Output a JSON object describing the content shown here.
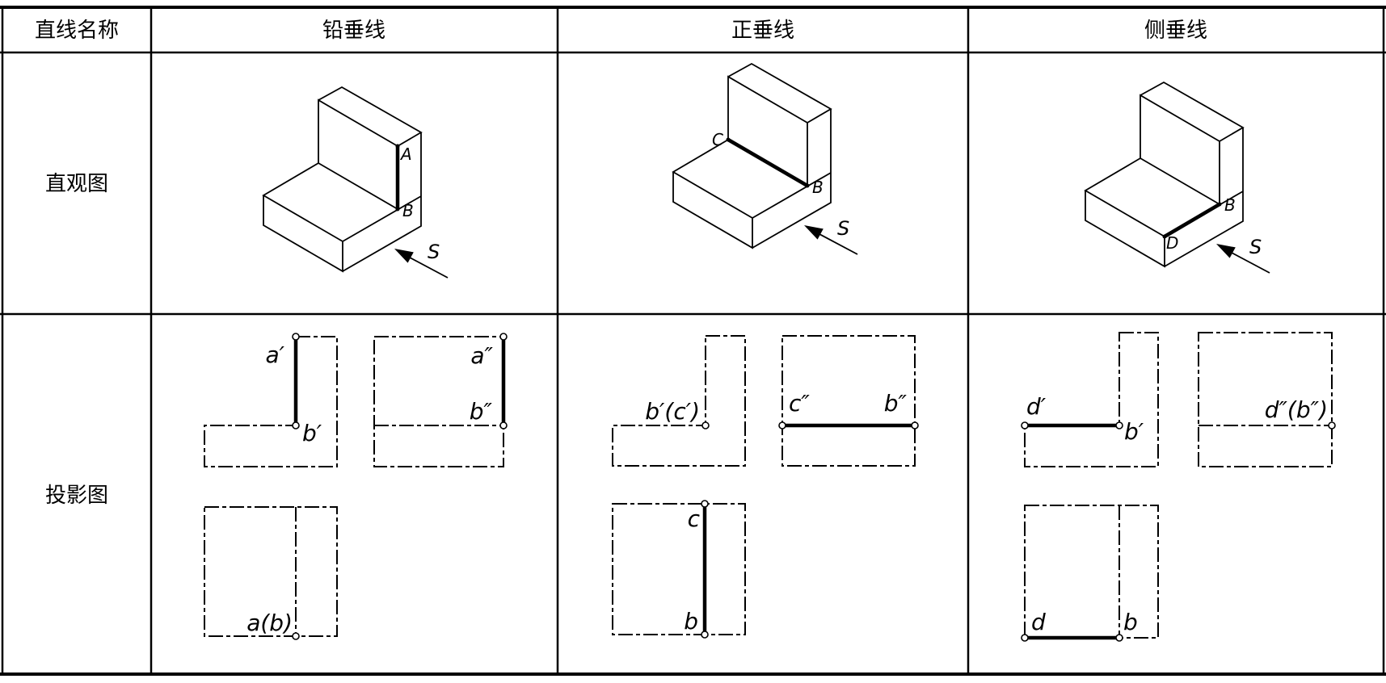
{
  "table": {
    "corner_header": "直线名称",
    "column_headers": [
      "铅垂线",
      "正垂线",
      "侧垂线"
    ],
    "row_headers": [
      "直观图",
      "投影图"
    ]
  },
  "pictorials": {
    "lead": {
      "end1": "A",
      "end2": "B",
      "arrow": "S"
    },
    "front": {
      "end1": "C",
      "end2": "B",
      "arrow": "S"
    },
    "profile": {
      "end1": "B",
      "end2": "D",
      "arrow": "S"
    }
  },
  "projections": {
    "lead": {
      "front_top": "a′",
      "front_bottom": "b′",
      "side_top": "a″",
      "side_bottom": "b″",
      "top_point": "a(b)"
    },
    "front": {
      "front_point": "b′(c′)",
      "side_left": "c″",
      "side_right": "b″",
      "top_top": "c",
      "top_bottom": "b"
    },
    "profile": {
      "front_left": "d′",
      "front_right": "b′",
      "side_point": "d″(b″)",
      "top_left": "d",
      "top_right": "b"
    }
  },
  "colors": {
    "ink": "#000000",
    "paper": "#ffffff"
  }
}
